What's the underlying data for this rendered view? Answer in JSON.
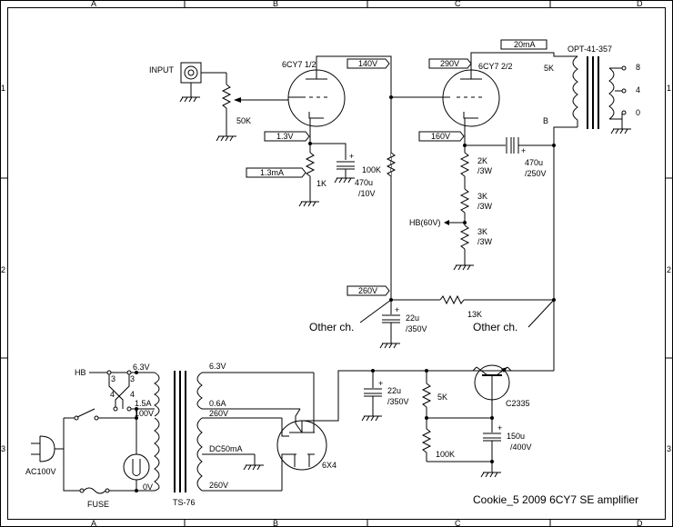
{
  "frame": {
    "cols": [
      "A",
      "B",
      "C",
      "D"
    ],
    "rows": [
      "1",
      "2",
      "3"
    ]
  },
  "labels": {
    "input": "INPUT",
    "v1_name": "6CY7 1/2",
    "v2_name": "6CY7 2/2",
    "pot": "50K",
    "v140": "140V",
    "v290": "290V",
    "i20": "20mA",
    "opt": "OPT-41-357",
    "p5k": "5K",
    "pb": "B",
    "tap8": "8",
    "tap4": "4",
    "tap0": "0",
    "v13": "1.3V",
    "i13": "1.3mA",
    "r1k": "1K",
    "c470_10": "470u",
    "c470_10b": "/10V",
    "r100k": "100K",
    "v160": "160V",
    "r2k": "2K",
    "r2k_w": "/3W",
    "r3k_a": "3K",
    "r3k_a_w": "/3W",
    "r3k_b": "3K",
    "r3k_b_w": "/3W",
    "hb60": "HB(60V)",
    "c470_250": "470u",
    "c470_250b": "/250V",
    "v260": "260V",
    "c22a": "22u",
    "c22a_v": "/350V",
    "r13k": "13K",
    "other1": "Other ch.",
    "other2": "Other ch.",
    "hb": "HB",
    "n3a": "3",
    "n3b": "3",
    "n4a": "4",
    "n4b": "4",
    "s63": "6.3V",
    "s15": "1.5A",
    "s100": "100V",
    "s0": "0V",
    "ac": "AC100V",
    "fuse": "FUSE",
    "ts": "TS-76",
    "h63": "6.3V",
    "h06": "0.6A",
    "h260a": "260V",
    "dc50": "DC50mA",
    "h260b": "260V",
    "rect": "6X4",
    "c22b": "22u",
    "c22b_v": "/350V",
    "r5k": "5K",
    "r100kb": "100K",
    "tr": "C2335",
    "c150": "150u",
    "c150_v": "/400V",
    "title": "Cookie_5 2009 6CY7 SE amplifier"
  }
}
